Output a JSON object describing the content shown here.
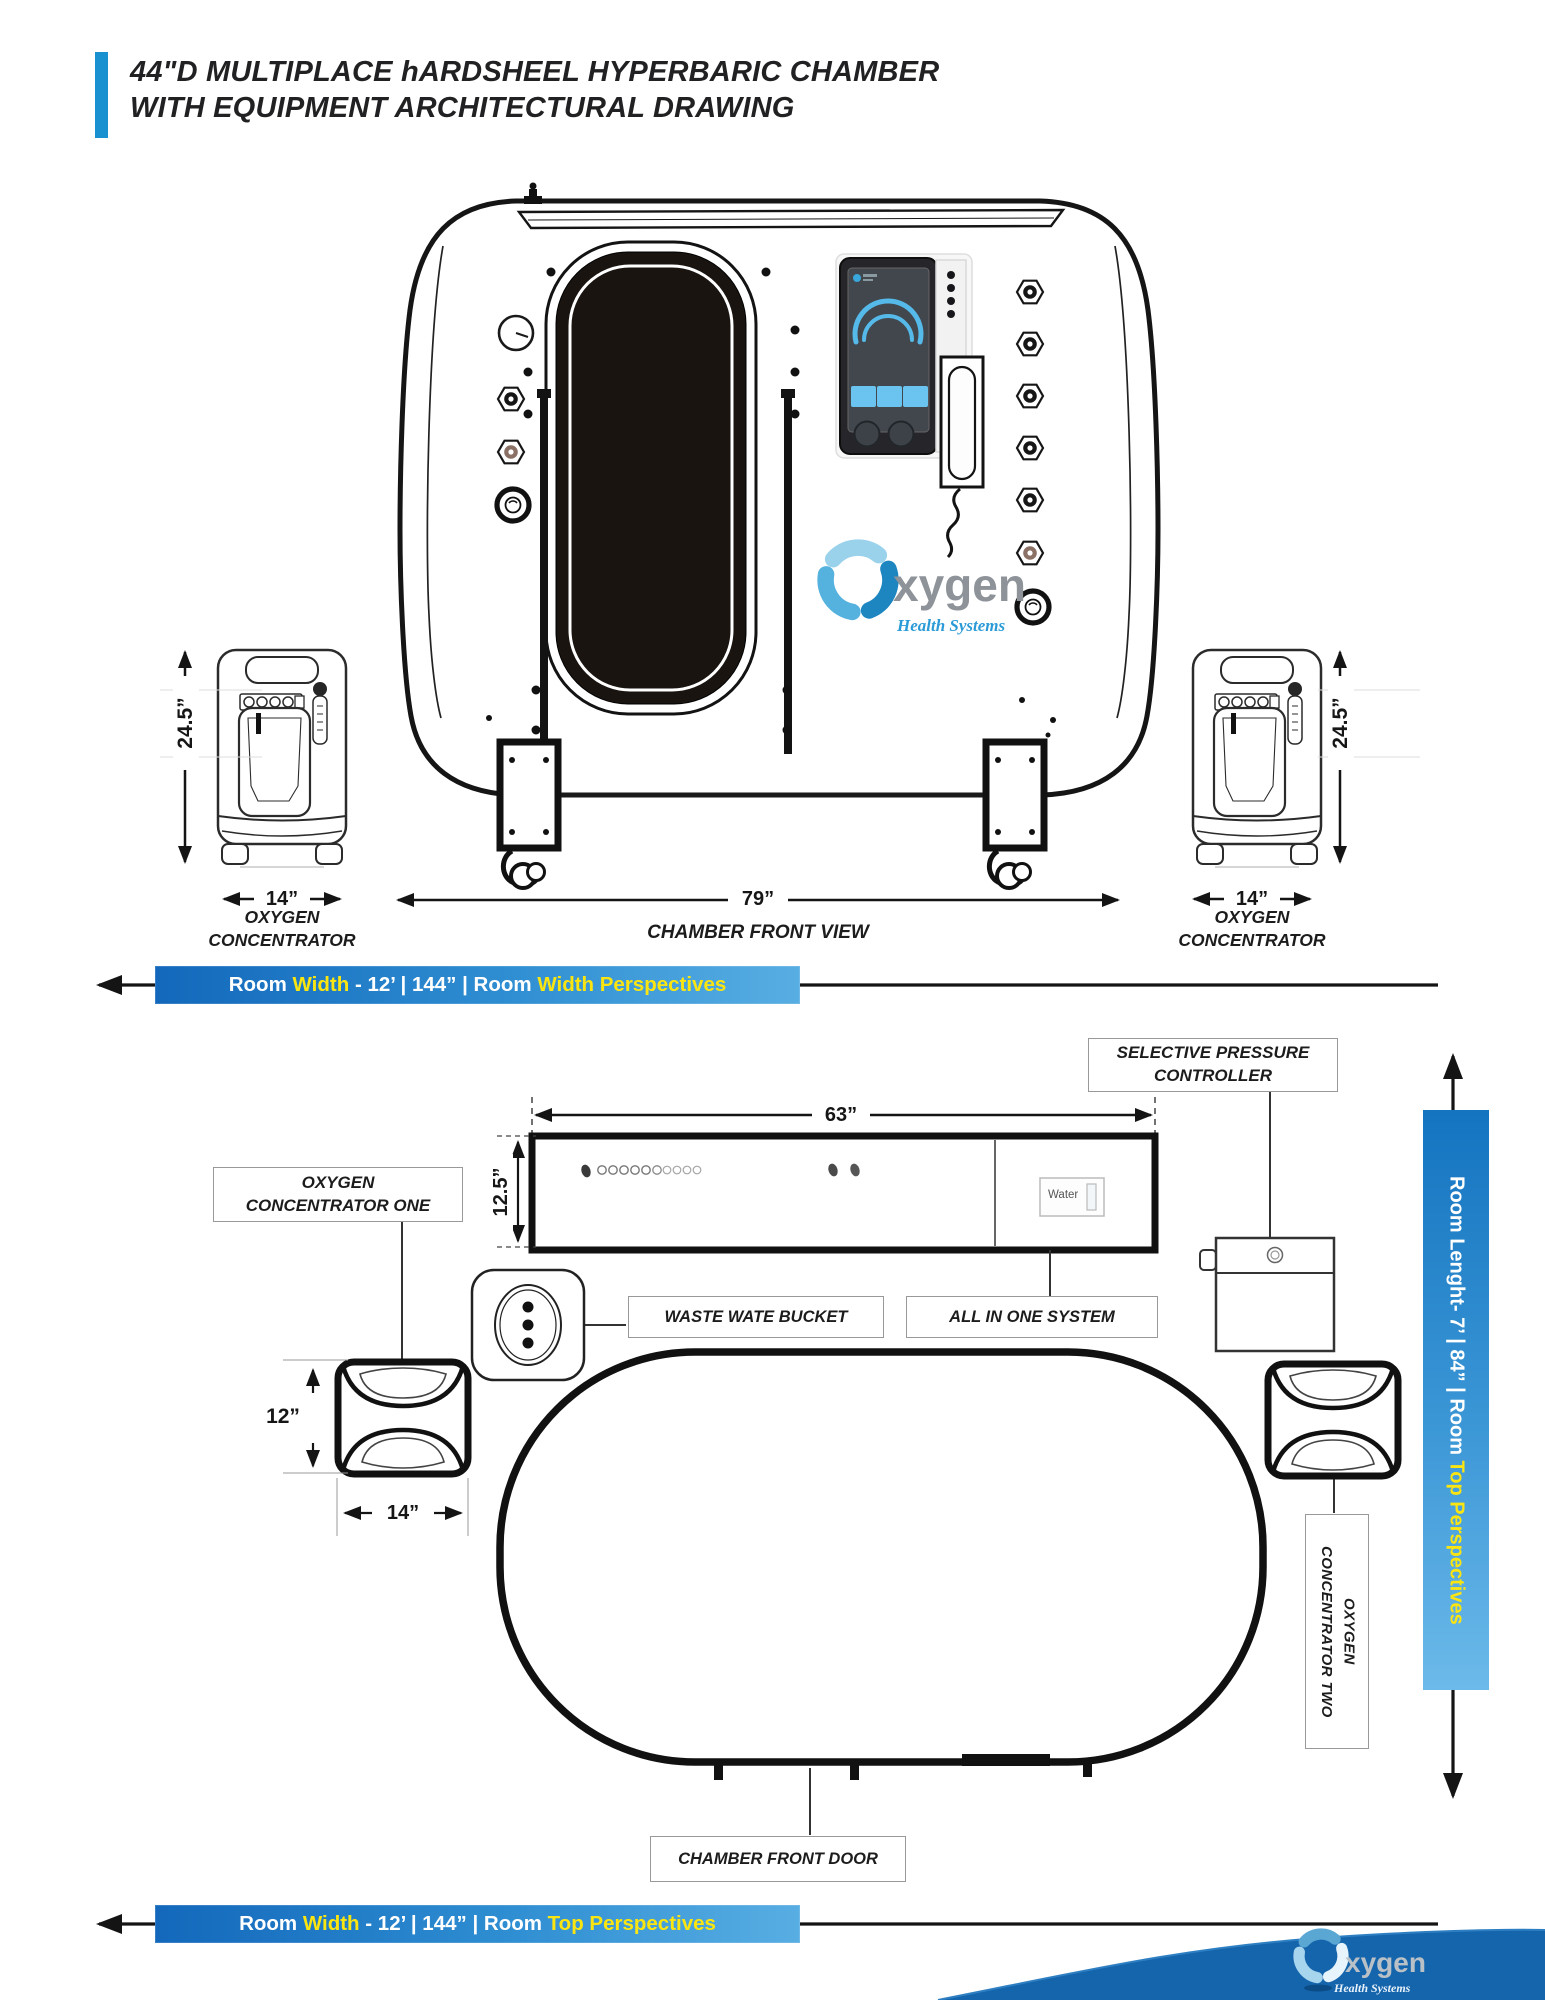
{
  "header": {
    "title_line1": "44\"D MULTIPLACE hARDSHEEL HYPERBARIC CHAMBER",
    "title_line2": "WITH EQUIPMENT ARCHITECTURAL DRAWING"
  },
  "front_view": {
    "caption": "CHAMBER FRONT VIEW",
    "chamber_width": "79”",
    "concentrator_height": "24.5”",
    "concentrator_width": "14”",
    "concentrator_name_l1": "OXYGEN",
    "concentrator_name_l2": "CONCENTRATOR",
    "logo_word": "xygen",
    "logo_sub": "Health Systems"
  },
  "banners": {
    "front_room_width": {
      "p1": "Room ",
      "p2": "Width",
      "p3": " - 12’ | 144” | Room ",
      "p4": "Width Perspectives"
    },
    "top_room_width": {
      "p1": "Room ",
      "p2": "Width",
      "p3": " - 12’ | 144” | Room ",
      "p4": "Top Perspectives"
    },
    "room_length": {
      "p1": "Room Lenght- 7’ | 84” | Room ",
      "p2": "Top Perspectives"
    }
  },
  "top_view": {
    "selective_pressure_l1": "SELECTIVE PRESSURE",
    "selective_pressure_l2": "CONTROLLER",
    "concentrator_one_l1": "OXYGEN",
    "concentrator_one_l2": "CONCENTRATOR ONE",
    "concentrator_two_l1": "OXYGEN",
    "concentrator_two_l2": "CONCENTRATOR TWO",
    "waste_bucket": "WASTE WATE BUCKET",
    "all_in_one": "ALL IN ONE SYSTEM",
    "front_door": "CHAMBER FRONT DOOR",
    "water_label": "Water",
    "system_width": "63”",
    "system_depth": "12.5”",
    "concentrator_depth": "12”",
    "concentrator_width": "14”"
  },
  "footer": {
    "logo_word": "xygen",
    "logo_sub": "Health Systems"
  },
  "colors": {
    "accent_blue": "#1991d0",
    "banner_yellow": "#fbe511",
    "wave_blue": "#1565ad",
    "logo_blue": "#2b9bd7",
    "screen_blue": "#55b9e9"
  }
}
